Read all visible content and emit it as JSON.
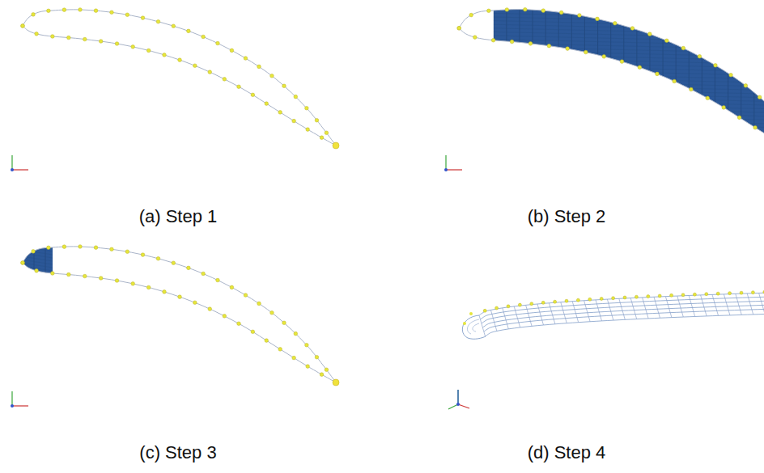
{
  "diagram": {
    "labels": [
      "(a) Step 1",
      "(b) Step 2",
      "(c) Step 3",
      "(d) Step 4"
    ]
  }
}
